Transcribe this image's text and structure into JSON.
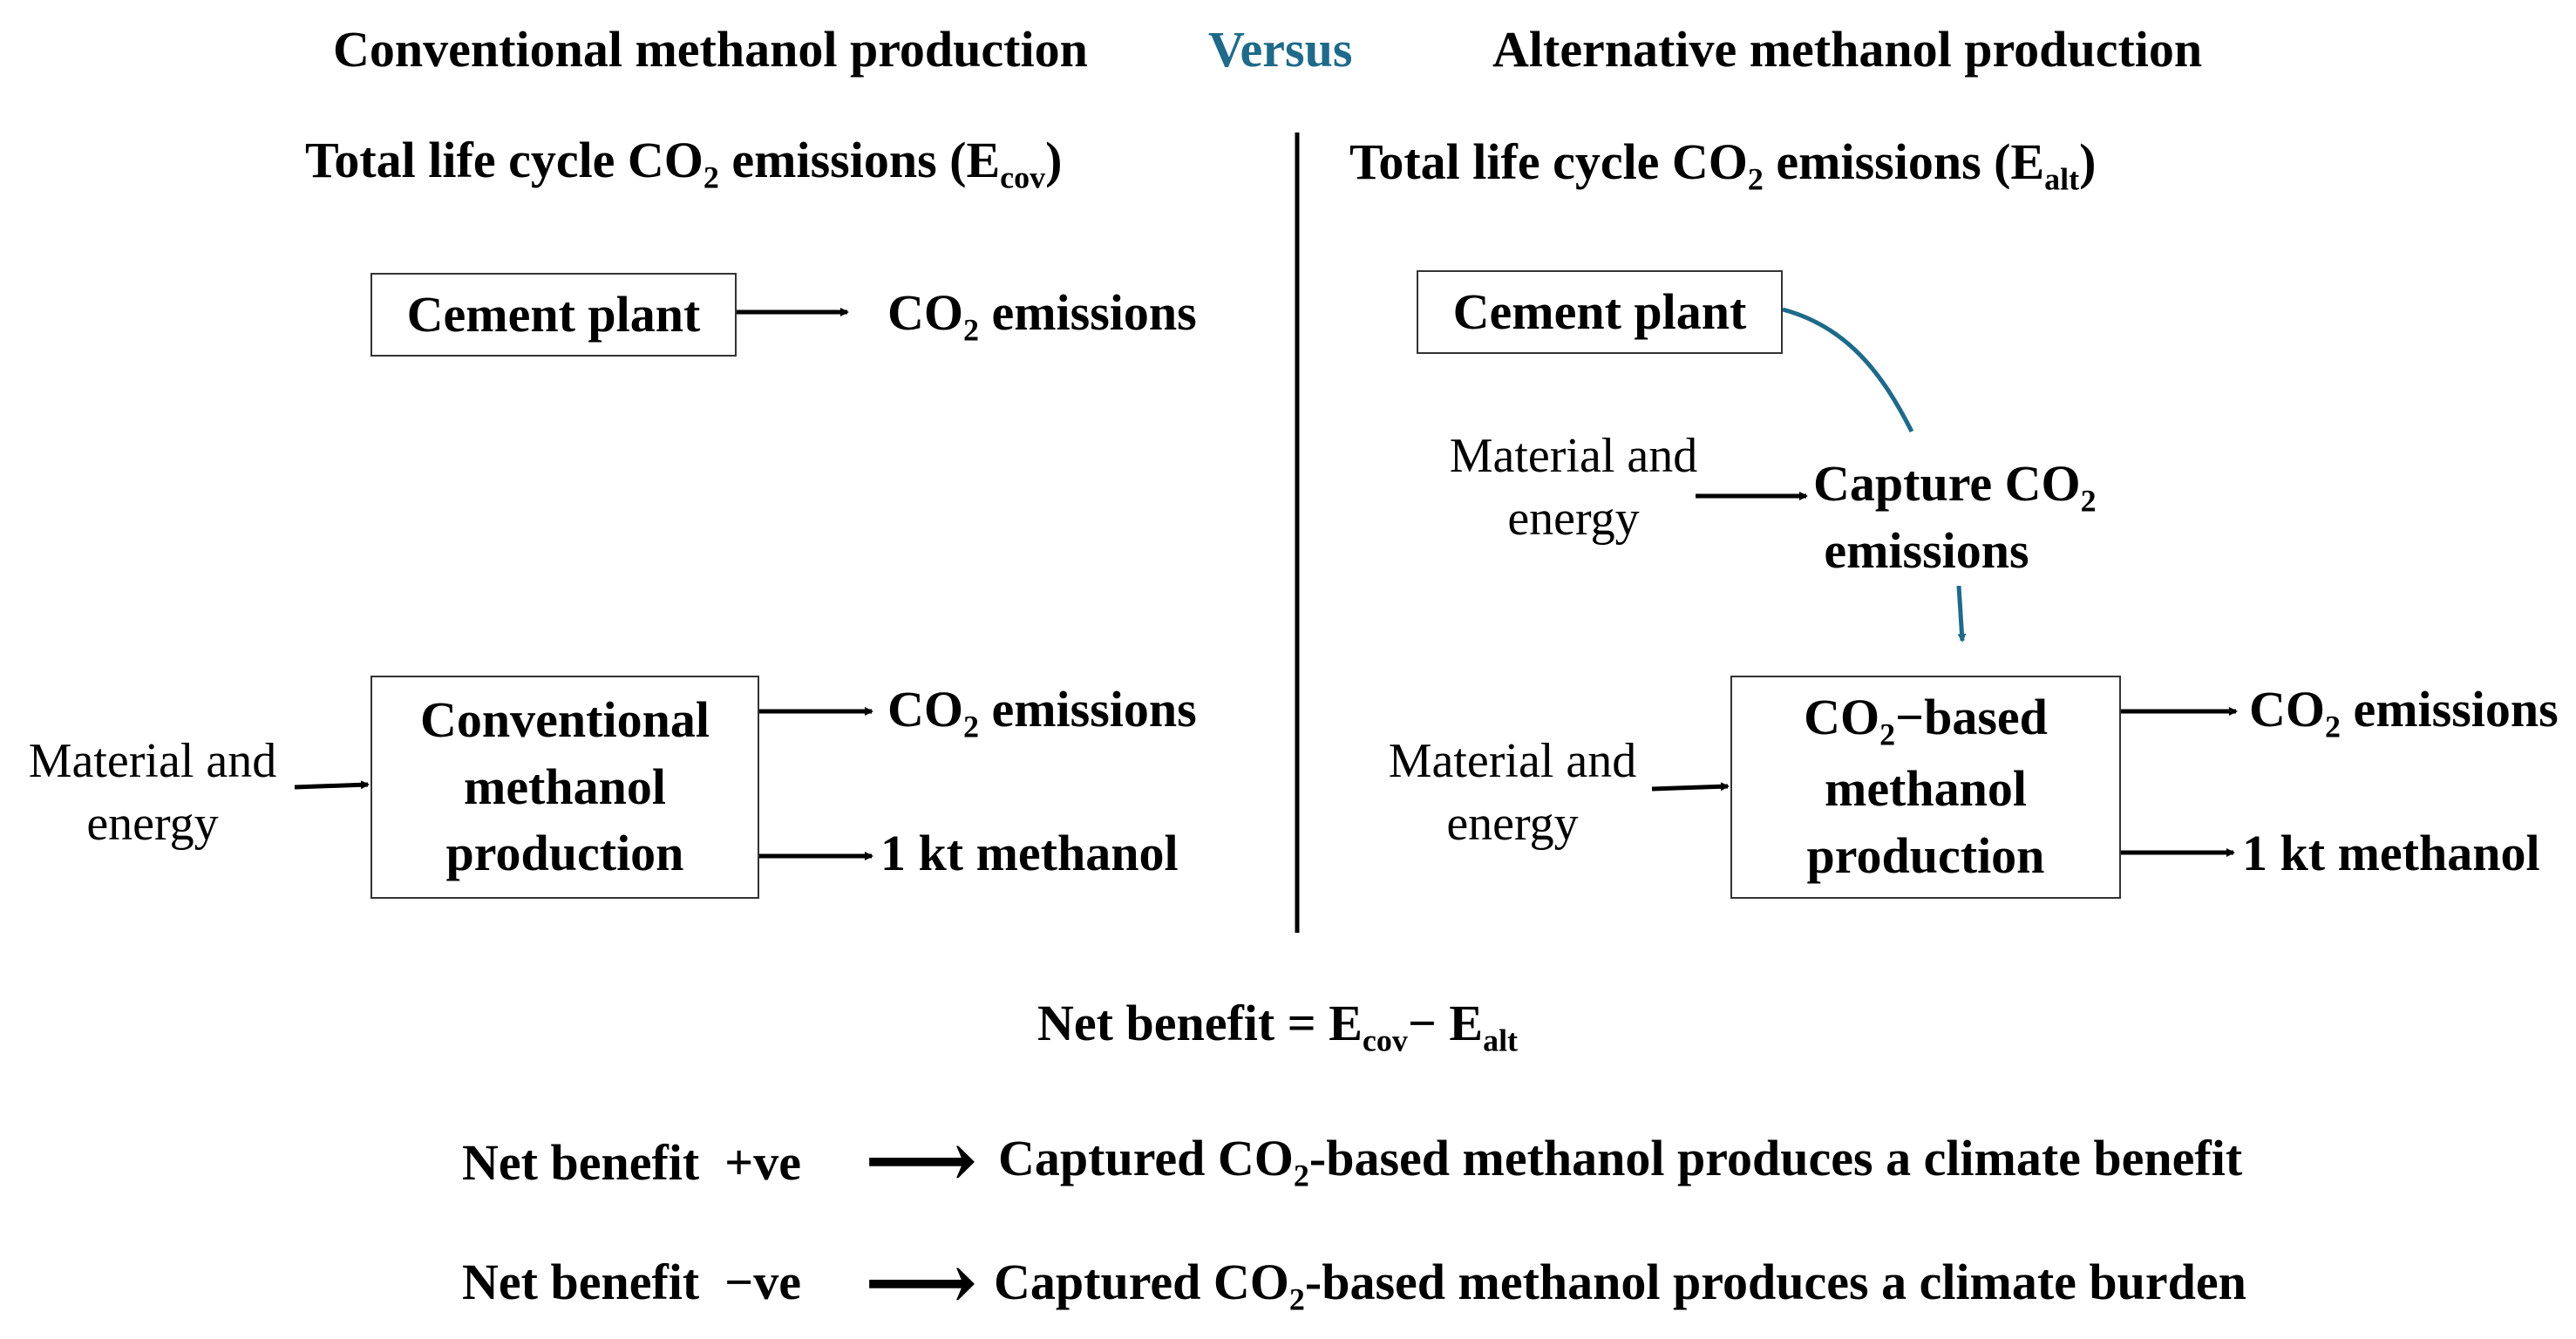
{
  "header": {
    "left_title": "Conventional methanol production",
    "versus": "Versus",
    "right_title": "Alternative methanol production",
    "accent_color": "#1f6a8a"
  },
  "left": {
    "total_prefix": "Total life cycle CO",
    "total_sub": "2",
    "total_mid": " emissions (E",
    "total_sub2": "cov",
    "total_suffix": ")",
    "cement_plant": "Cement plant",
    "co2_prefix": "CO",
    "co2_sub": "2",
    "co2_suffix": " emissions",
    "material_line1": "Material and",
    "material_line2": "energy",
    "box_line1": "Conventional",
    "box_line2": "methanol",
    "box_line3": "production",
    "co2b_prefix": "CO",
    "co2b_sub": "2",
    "co2b_suffix": " emissions",
    "methanol_out": "1 kt methanol"
  },
  "right": {
    "total_prefix": "Total life cycle CO",
    "total_sub": "2",
    "total_mid": " emissions (E",
    "total_sub2": "alt",
    "total_suffix": ")",
    "cement_plant": "Cement plant",
    "material1_line1": "Material and",
    "material1_line2": "energy",
    "capture_line1_prefix": "Capture CO",
    "capture_line1_sub": "2",
    "capture_line2": "emissions",
    "material2_line1": "Material and",
    "material2_line2": "energy",
    "box_line1_prefix": "CO",
    "box_line1_sub": "2",
    "box_line1_suffix": "−based",
    "box_line2": "methanol",
    "box_line3": "production",
    "co2_prefix": "CO",
    "co2_sub": "2",
    "co2_suffix": " emissions",
    "methanol_out": "1 kt methanol"
  },
  "formula": {
    "prefix": "Net benefit = E",
    "sub1": "cov",
    "minus": "− E",
    "sub2": "alt"
  },
  "results": [
    {
      "label": "Net benefit  +ve",
      "arrow": "⟶",
      "text_prefix": "Captured CO",
      "text_sub": "2",
      "text_suffix": "-based methanol produces a climate benefit"
    },
    {
      "label": "Net benefit  −ve",
      "arrow": "⟶",
      "text_prefix": "Captured CO",
      "text_sub": "2",
      "text_suffix": "-based methanol produces a climate burden"
    }
  ]
}
